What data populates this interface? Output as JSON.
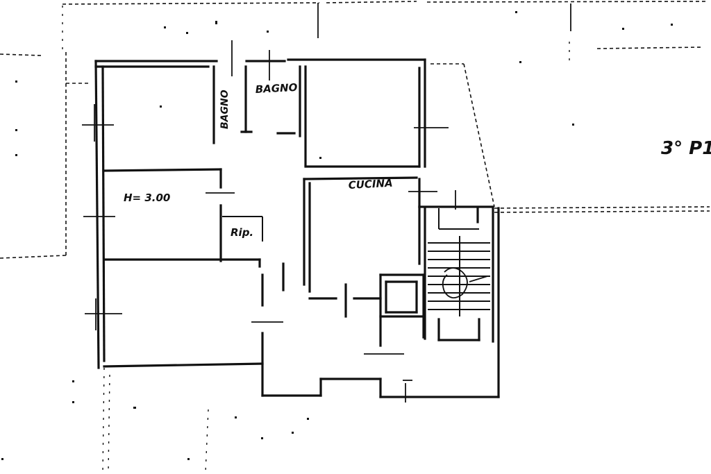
{
  "plan": {
    "floor_label": "3° P1",
    "rooms": {
      "bagno_upper": "BAGNO",
      "bagno_vertical": "BAGNO",
      "cucina": "CUCINA",
      "height_note": "H= 3.00",
      "ripostiglio": "Rip."
    }
  }
}
